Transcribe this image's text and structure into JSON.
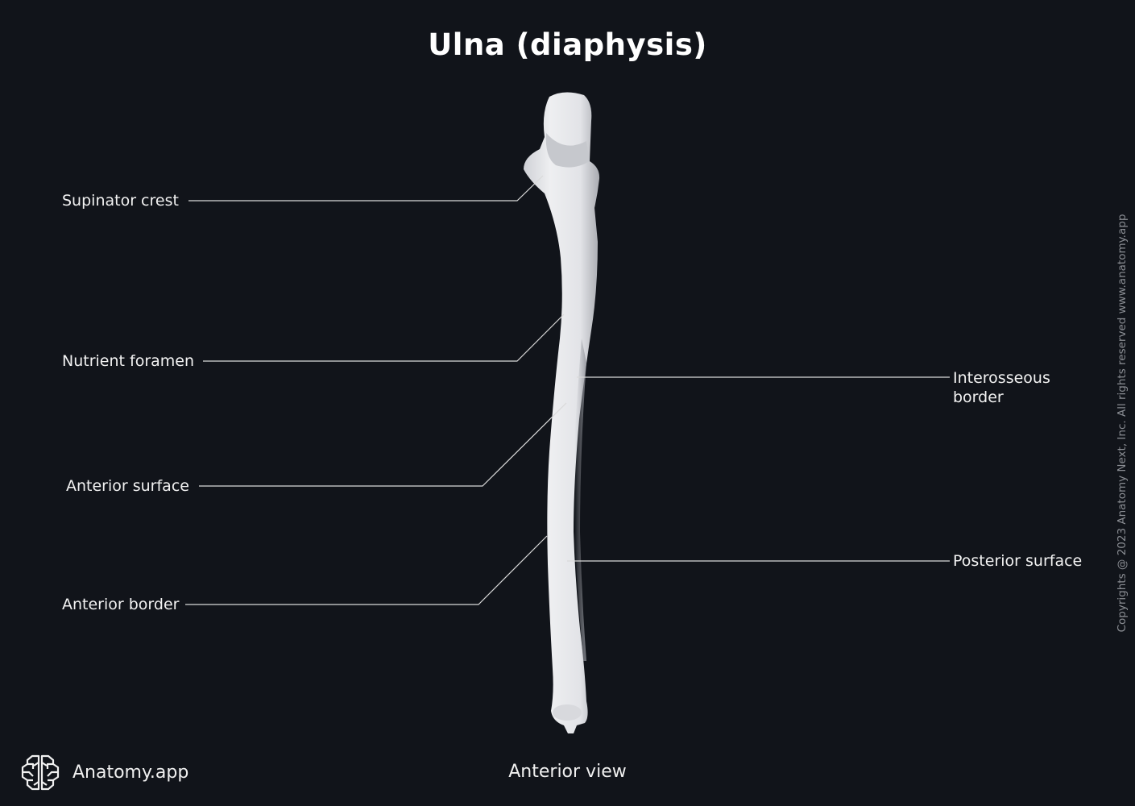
{
  "title": "Ulna (diaphysis)",
  "view_label": "Anterior view",
  "labels_left": [
    {
      "id": "supinator-crest",
      "text": "Supinator crest"
    },
    {
      "id": "nutrient-foramen",
      "text": "Nutrient foramen"
    },
    {
      "id": "anterior-surface",
      "text": "Anterior surface"
    },
    {
      "id": "anterior-border",
      "text": "Anterior border"
    }
  ],
  "labels_right": [
    {
      "id": "interosseous-border",
      "text": "Interosseous border"
    },
    {
      "id": "posterior-surface",
      "text": "Posterior surface"
    }
  ],
  "brand": {
    "name": "Anatomy.app",
    "icon": "brain-icon"
  },
  "copyright": "Copyrights @ 2023 Anatomy Next, Inc. All rights reserved www.anatomy.app",
  "colors": {
    "background": "#11141a",
    "bone": "#e6e7ea",
    "leader_line": "#d9d9d9",
    "text": "#ffffff"
  }
}
